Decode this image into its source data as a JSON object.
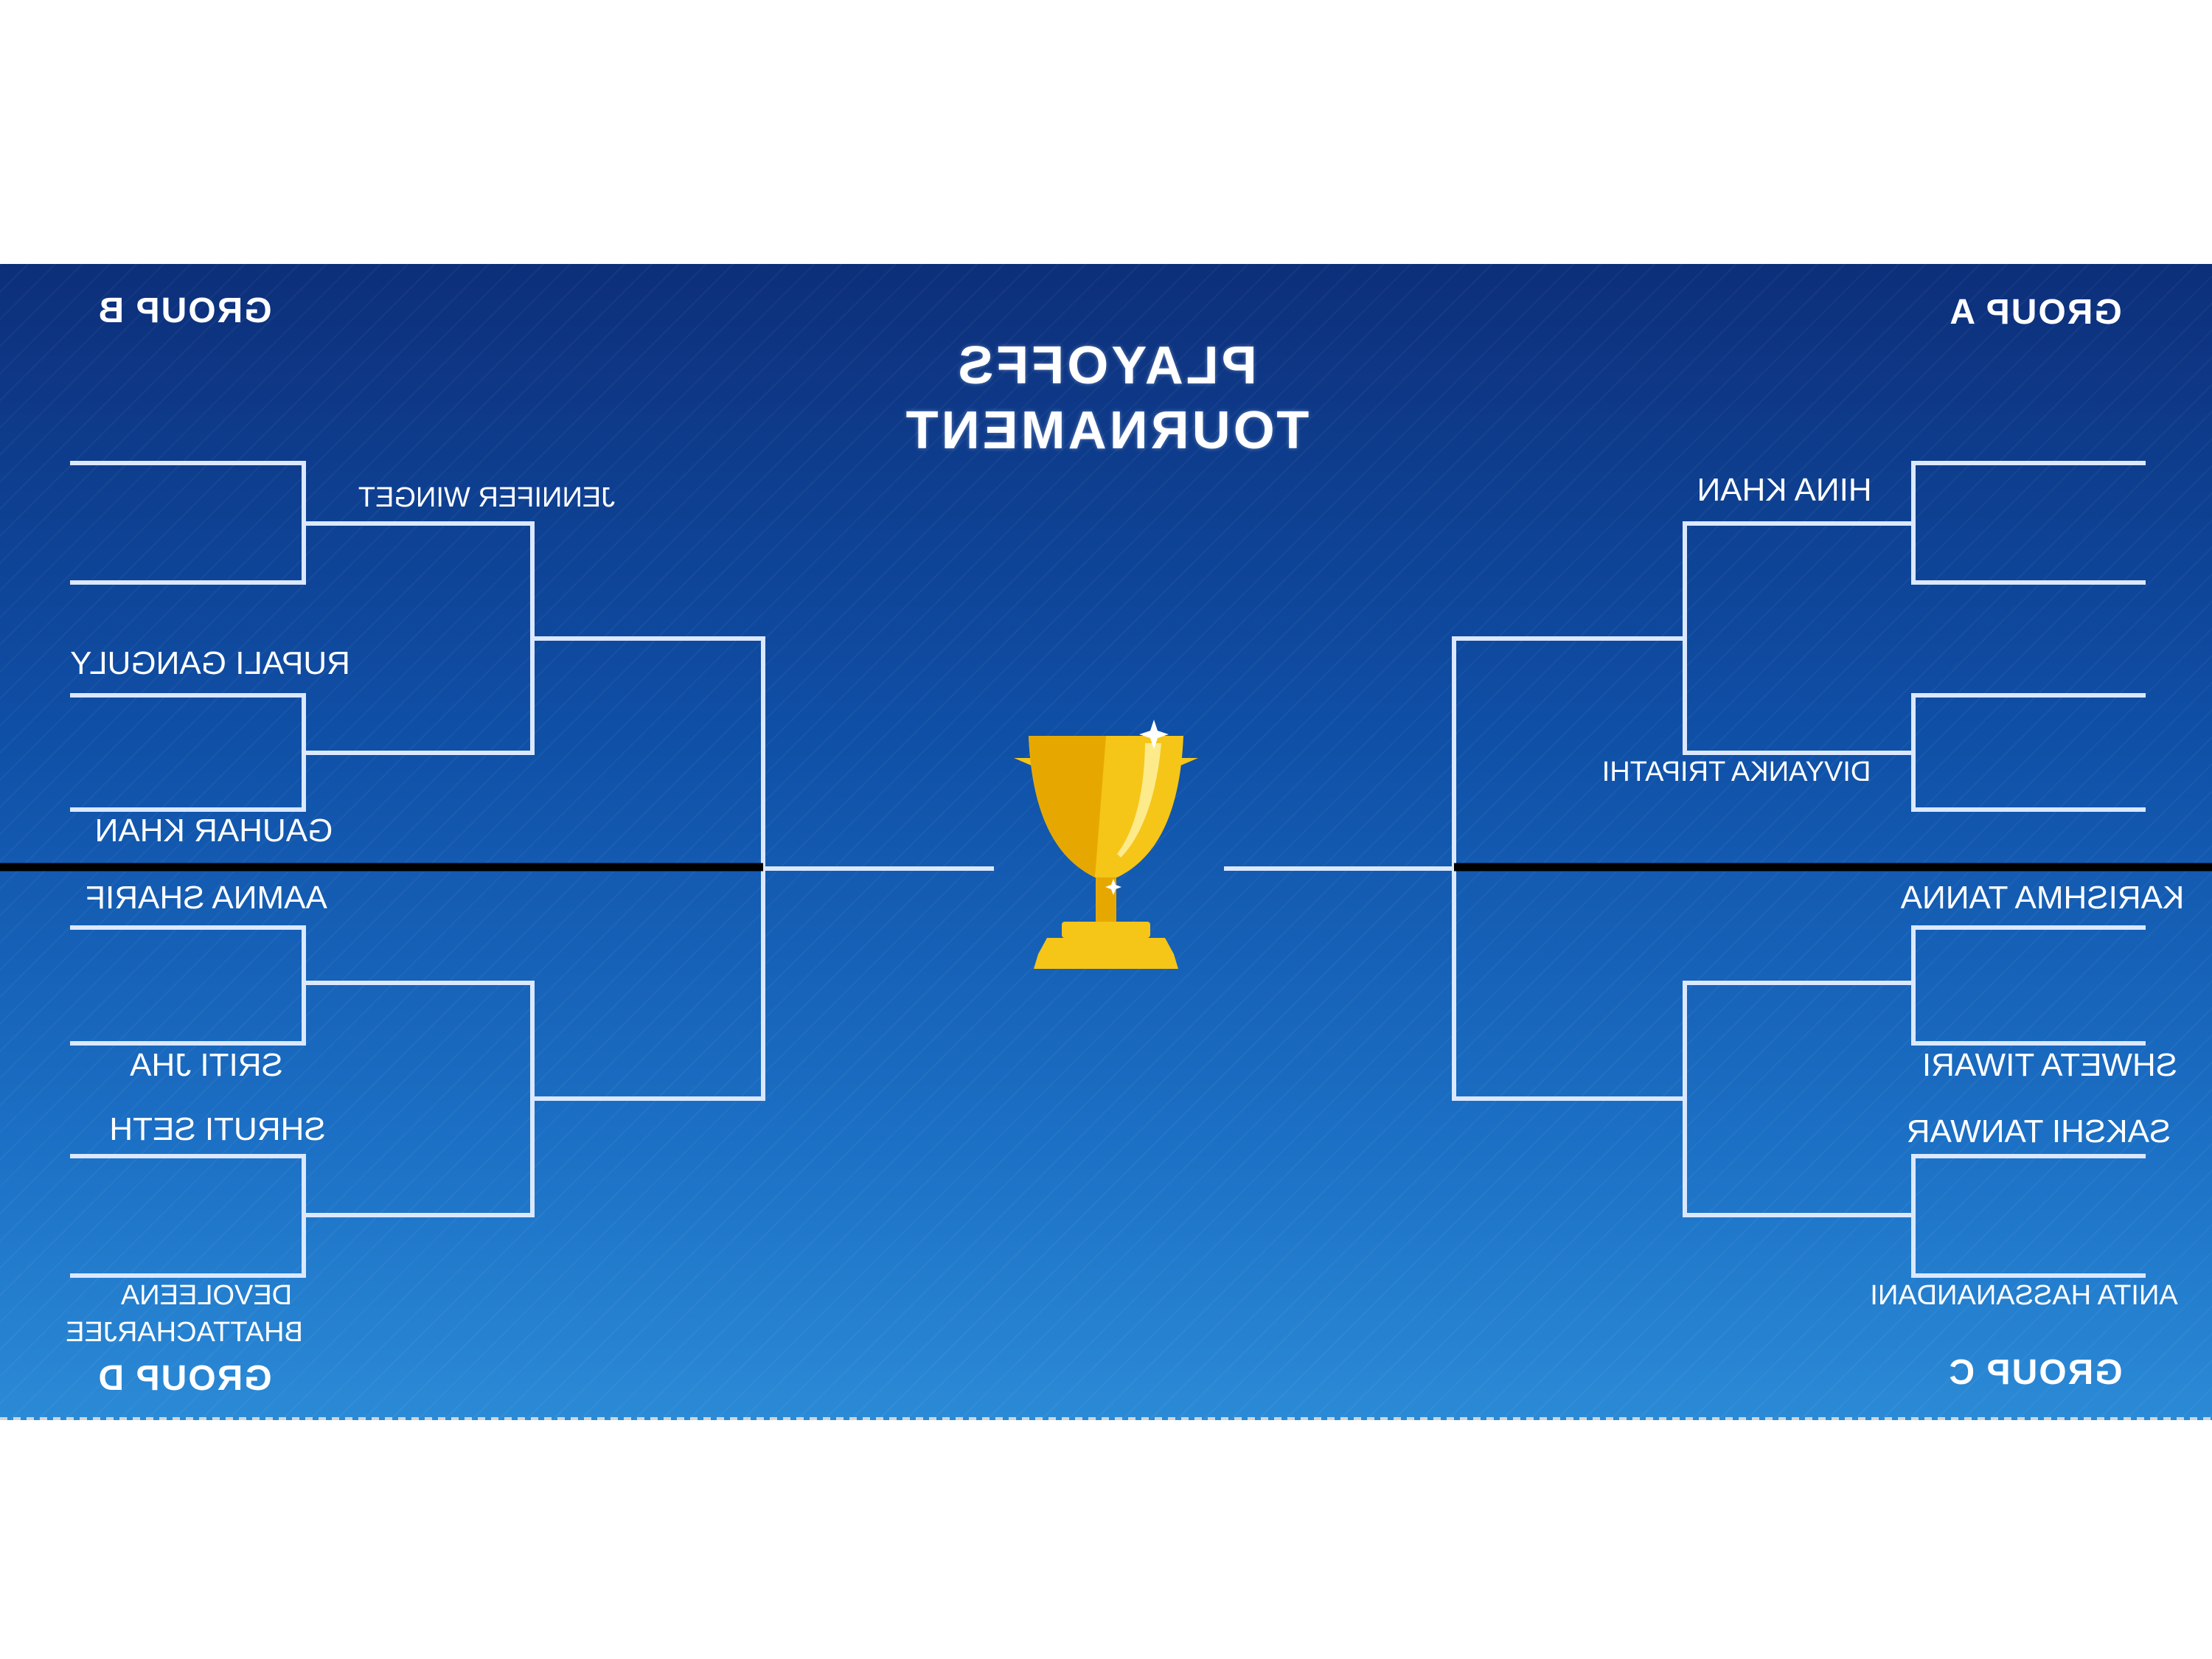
{
  "title": {
    "line1": "PLAYOFFS",
    "line2": "TOURNAMENT"
  },
  "groups": {
    "a": "GROUP A",
    "b": "GROUP B",
    "c": "GROUP C",
    "d": "GROUP D"
  },
  "players": {
    "jennifer_winget": "JENNIFER WINGET",
    "rupali_ganguly": "RUPALI GANGULY",
    "gauhar_khan": "GAUHAR KHAN",
    "aamna_sharif": "AAMNA SHARIF",
    "sriti_jha": "SRITI JHA",
    "shruti_seth": "SHRUTI SETH",
    "devoleena_line1": "DEVOLEENA",
    "devoleena_line2": "BHATTACHARJEE",
    "hina_khan": "HINA KHAN",
    "divyanka_tripathi": "DIVYANKA TRIPATHI",
    "karishma_tanna": "KARISHMA TANNA",
    "shweta_tiwari": "SHWETA TIWARI",
    "sakshi_tanwar": "SAKSHI TANWAR",
    "anita_hassanandani": "ANITA HASSANANDANI"
  },
  "colors": {
    "bg_top": "#0d2f7a",
    "bg_bottom": "#2b8ad6",
    "line": "#dbe8ff",
    "divider": "#000000",
    "trophy": "#f5c518"
  },
  "icons": {
    "center": "trophy-icon"
  },
  "text_rendering": "mirrored"
}
